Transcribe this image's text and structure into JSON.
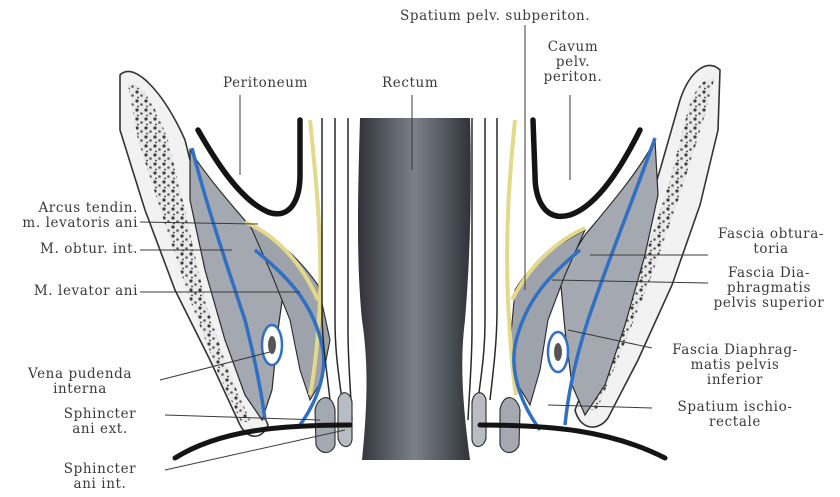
{
  "colors": {
    "background": "#ffffff",
    "fascia_blue": "#2f6fc4",
    "fascia_yellow": "#e3d98a",
    "muscle_gray": "#9da2ab",
    "rectum_dark": "#4e525a",
    "outline": "#1c1c1c",
    "bone_speckle": "#4a4a4a"
  },
  "labels": {
    "peritoneum": "Peritoneum",
    "rectum": "Rectum",
    "spatium_subperiton": "Spatium pelv. subperiton.",
    "cavum_1": "Cavum",
    "cavum_2": "pelv.",
    "cavum_3": "periton.",
    "arcus_1": "Arcus tendin.",
    "arcus_2": "m. levatoris ani",
    "obturator": "M. obtur. int.",
    "levator": "M. levator ani",
    "vena_1": "Vena pudenda",
    "vena_2": "interna",
    "sph_ext_1": "Sphincter",
    "sph_ext_2": "ani ext.",
    "sph_int_1": "Sphincter",
    "sph_int_2": "ani int.",
    "fascia_obt_1": "Fascia obtura-",
    "fascia_obt_2": "toria",
    "fascia_sup_1": "Fascia Dia-",
    "fascia_sup_2": "phragmatis",
    "fascia_sup_3": "pelvis superior",
    "fascia_inf_1": "Fascia Diaphrag-",
    "fascia_inf_2": "matis pelvis",
    "fascia_inf_3": "inferior",
    "ischio_1": "Spatium ischio-",
    "ischio_2": "rectale"
  }
}
